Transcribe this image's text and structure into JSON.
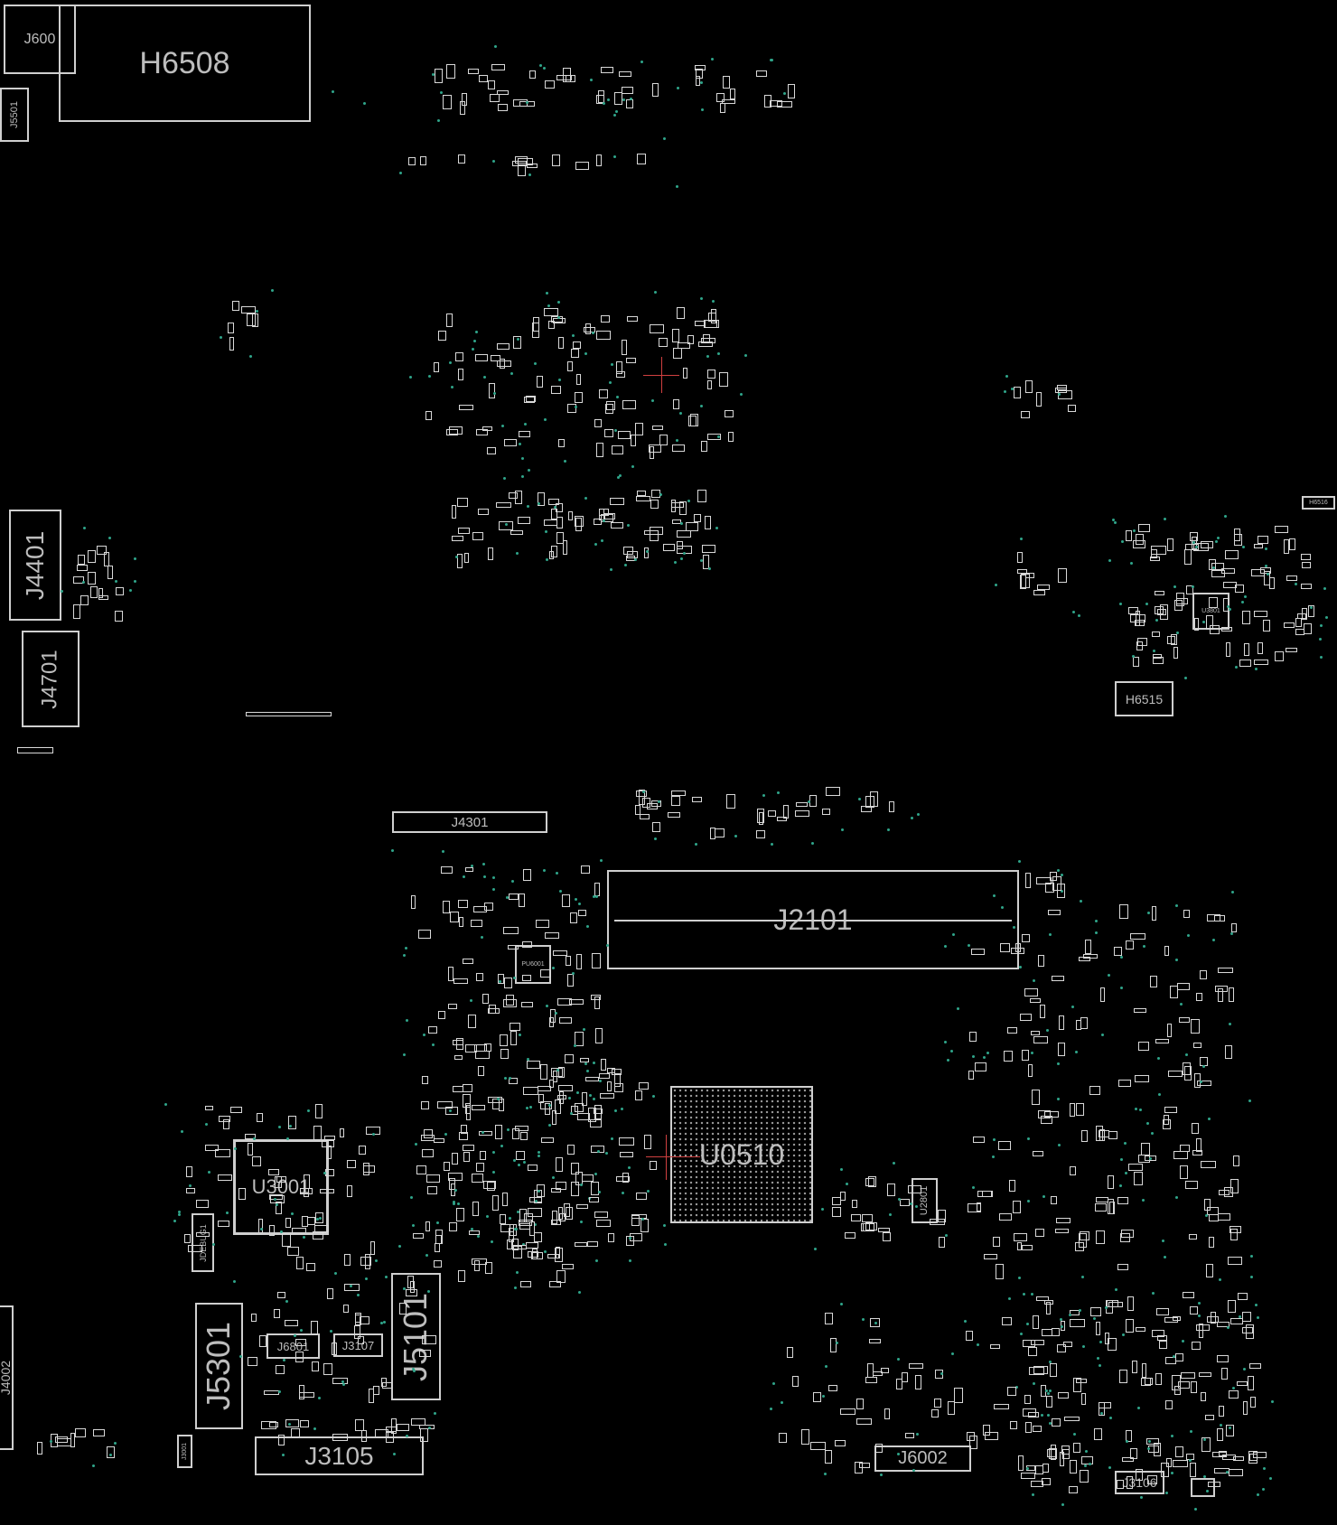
{
  "title": "PCB boardview",
  "colors": {
    "background": "#000000",
    "outline": "#cfcfcf",
    "via": "#2fa58a",
    "marker": "#d04040"
  },
  "components": [
    {
      "id": "j600",
      "label": "J600"
    },
    {
      "id": "h6508",
      "label": "H6508"
    },
    {
      "id": "j5501",
      "label": "J5501"
    },
    {
      "id": "j4401",
      "label": "J4401"
    },
    {
      "id": "j4701",
      "label": "J4701"
    },
    {
      "id": "h6516",
      "label": "H6516"
    },
    {
      "id": "u3801",
      "label": "U3801"
    },
    {
      "id": "h6515",
      "label": "H6515"
    },
    {
      "id": "j4301",
      "label": "J4301"
    },
    {
      "id": "j2101",
      "label": "J2101"
    },
    {
      "id": "pu6001",
      "label": "PU6001"
    },
    {
      "id": "u0510",
      "label": "U0510"
    },
    {
      "id": "u3001",
      "label": "U3001"
    },
    {
      "id": "jdebug1",
      "label": "JDEBUG1"
    },
    {
      "id": "j5301",
      "label": "J5301"
    },
    {
      "id": "j5101",
      "label": "J5101"
    },
    {
      "id": "j6801",
      "label": "J6801"
    },
    {
      "id": "j3107",
      "label": "J3107"
    },
    {
      "id": "j3105",
      "label": "J3105"
    },
    {
      "id": "j3001",
      "label": "J3001"
    },
    {
      "id": "j4002",
      "label": "J4002"
    },
    {
      "id": "j6002",
      "label": "J6002"
    },
    {
      "id": "j3106",
      "label": "J3106"
    },
    {
      "id": "u2801",
      "label": "U2801"
    }
  ]
}
